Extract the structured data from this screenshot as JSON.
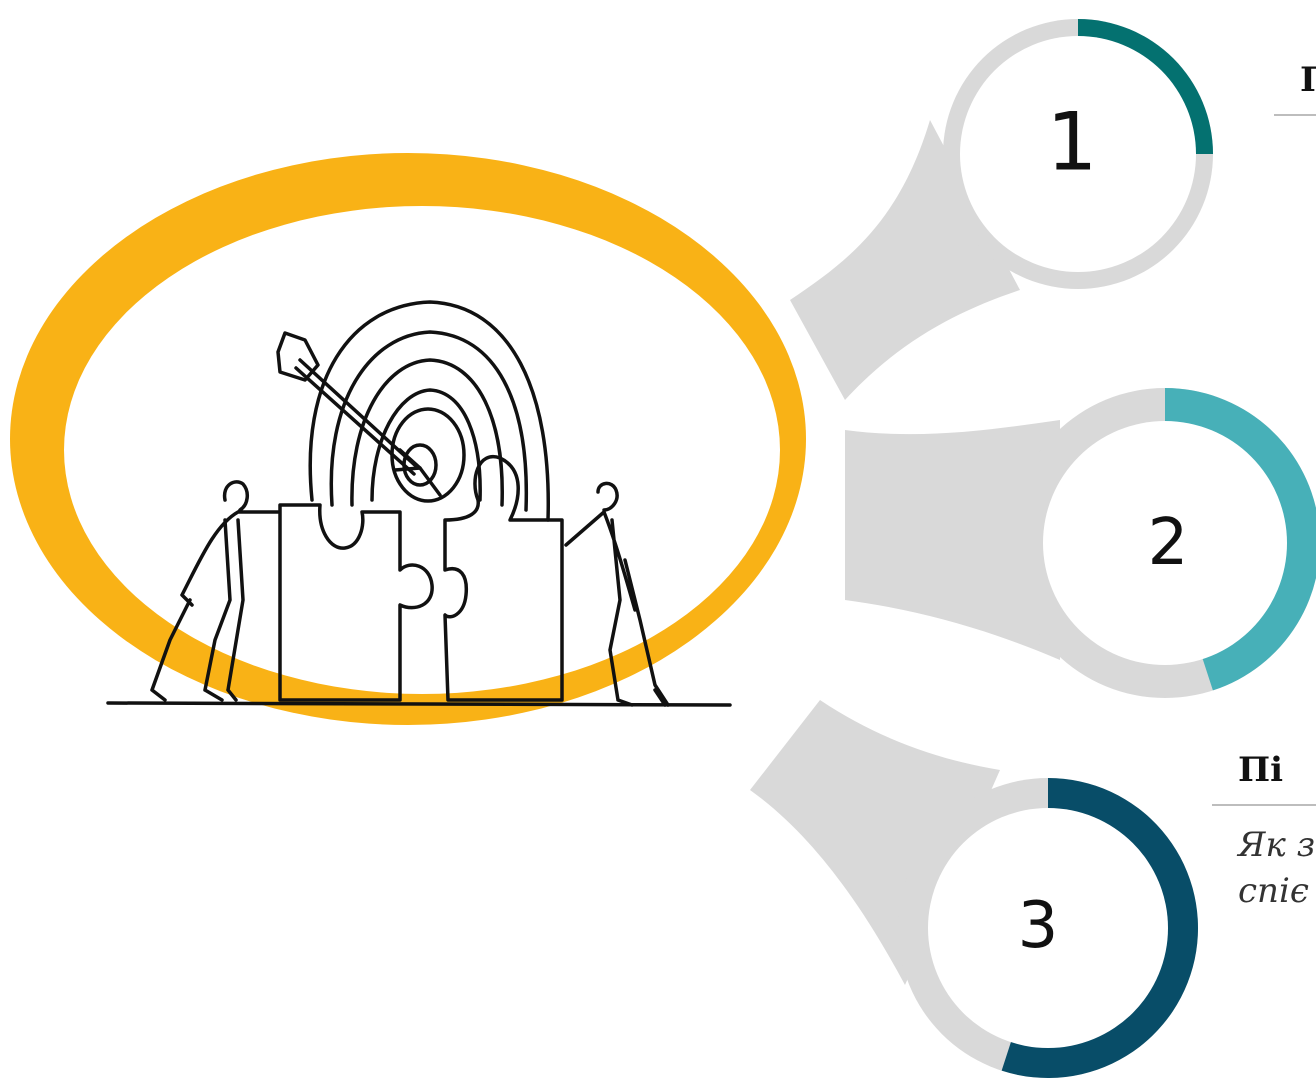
{
  "colors": {
    "connector": "#d9d9d9",
    "hub_ring": "#f9b216",
    "step1": "#047170",
    "step2": "#47b0b8",
    "step3": "#084d68",
    "track": "#d9d9d9"
  },
  "hub": {
    "icon": "target-puzzle-teamwork-illustration"
  },
  "steps": [
    {
      "number": "1",
      "title": "П",
      "description": "",
      "progress": 0.25
    },
    {
      "number": "2",
      "title": "",
      "description": "",
      "progress": 0.45
    },
    {
      "number": "3",
      "title": "Пі",
      "description": "Як з\nспіє",
      "progress": 0.55
    }
  ]
}
